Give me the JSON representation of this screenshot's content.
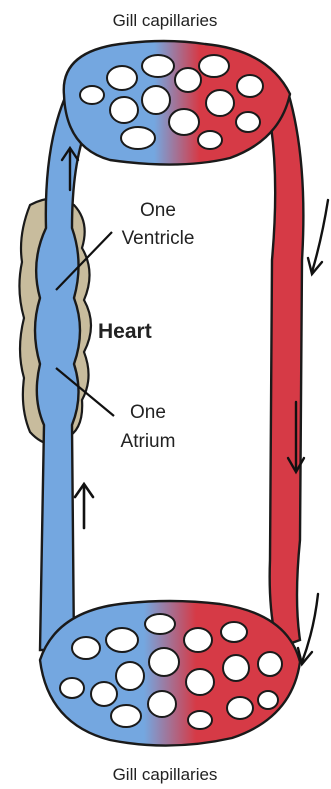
{
  "labels": {
    "top_capillaries": "Gill capillaries",
    "bottom_capillaries": "Gill capillaries",
    "ventricle_line1": "One",
    "ventricle_line2": "Ventricle",
    "heart": "Heart",
    "atrium_line1": "One",
    "atrium_line2": "Atrium"
  },
  "colors": {
    "deoxygenated_blood": "#74a7e0",
    "oxygenated_blood": "#d63a46",
    "heart_tissue": "#c8bc9d",
    "outline": "#1a1a1a"
  }
}
